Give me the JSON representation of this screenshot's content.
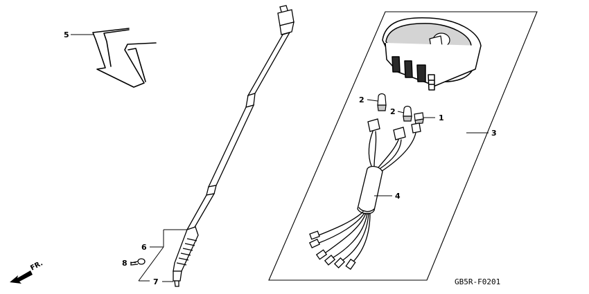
{
  "callouts": {
    "c1": "1",
    "c2a": "2",
    "c2b": "2",
    "c3": "3",
    "c4": "4",
    "c5": "5",
    "c6": "6",
    "c7": "7",
    "c8": "8"
  },
  "direction_label": "FR.",
  "diagram_code": "GB5R-F0201"
}
